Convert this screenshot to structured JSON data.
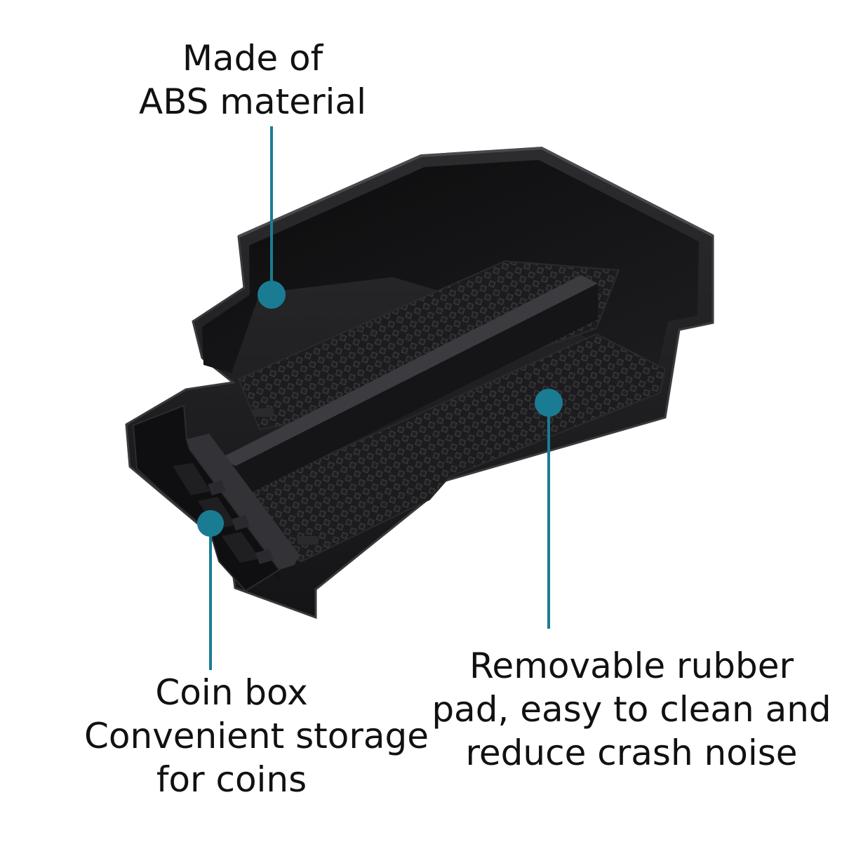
{
  "accent_color": "#1a7c93",
  "callouts": {
    "abs": {
      "line1": "Made of",
      "line2": "ABS material"
    },
    "coin_box": {
      "line1": "Coin box",
      "line2": "Convenient storage",
      "line3": "for coins"
    },
    "rubber_pad": {
      "line1": "Removable rubber",
      "line2": "pad, easy to clean and",
      "line3": "reduce crash noise"
    }
  }
}
